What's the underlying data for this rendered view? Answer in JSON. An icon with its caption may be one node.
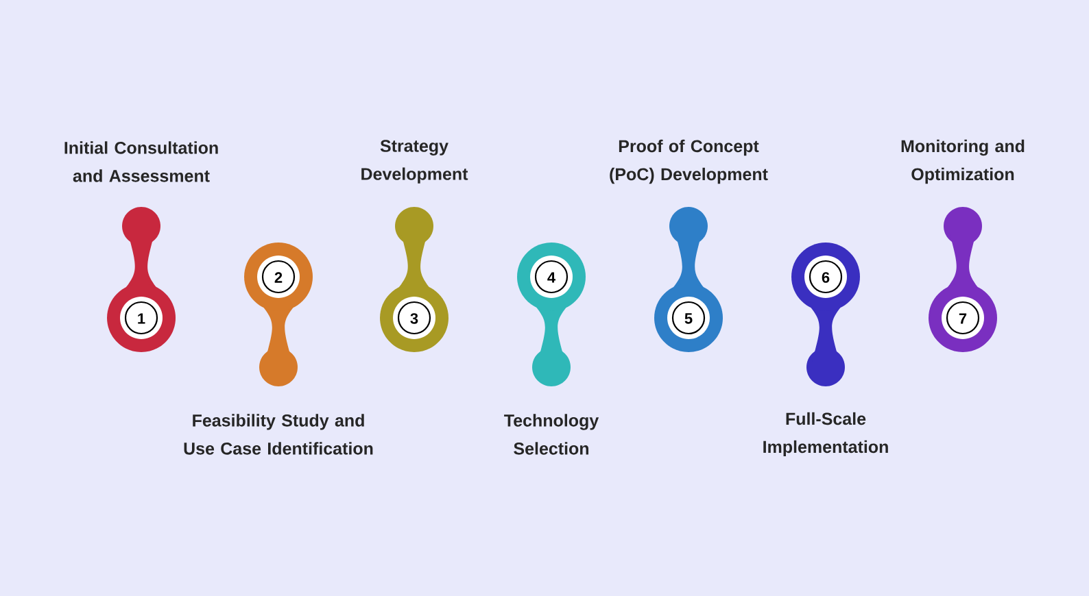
{
  "diagram": {
    "nodes": [
      {
        "text": [
          "Initial Consultation and Assessment",
          "1"
        ]
      },
      {
        "text": [
          "2",
          "Feasibility Study and Use Case Identification"
        ]
      },
      {
        "text": [
          "Strategy Development",
          "3"
        ]
      },
      {
        "text": [
          "4",
          "Technology Selection"
        ]
      },
      {
        "text": [
          "Proof of Concept (PoC) Development",
          "5"
        ]
      },
      {
        "text": [
          "6",
          "Full-Scale Implementation"
        ]
      },
      {
        "text": [
          "Monitoring and Optimization",
          "7"
        ]
      }
    ]
  }
}
